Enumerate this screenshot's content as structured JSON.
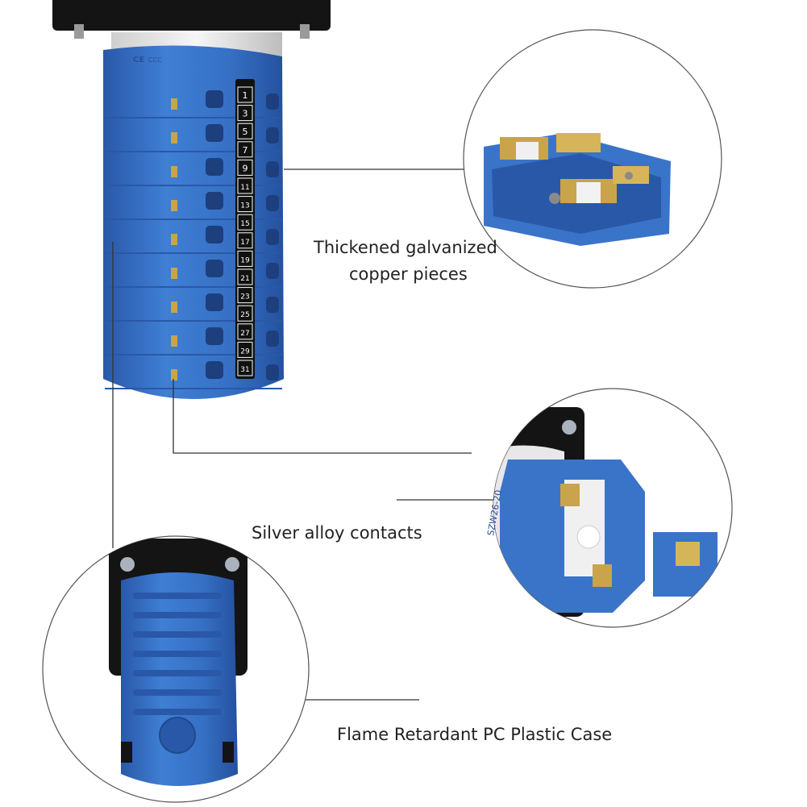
{
  "callouts": {
    "copper": {
      "line1": "Thickened galvanized",
      "line2": "copper pieces"
    },
    "silver": "Silver alloy contacts",
    "case": "Flame Retardant PC Plastic Case"
  },
  "terminal_numbers": [
    "1",
    "3",
    "5",
    "7",
    "9",
    "11",
    "13",
    "15",
    "17",
    "19",
    "21",
    "23",
    "25",
    "27",
    "29",
    "31"
  ],
  "cert_marks": {
    "ce": "CE",
    "ccc": "CCC"
  },
  "model_text": "SZW26-20",
  "colors": {
    "switch_blue": "#3a74c8",
    "switch_blue_dark": "#2a58a8",
    "mount_black": "#141414",
    "metal_brass": "#c9a44a",
    "text": "#222222",
    "circle_line": "#555555"
  }
}
